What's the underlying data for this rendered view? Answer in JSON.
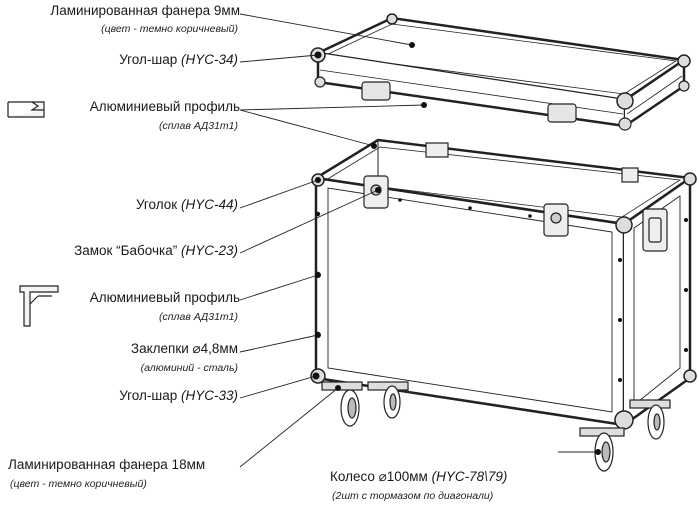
{
  "labels": {
    "plywood9": {
      "name": "Ламинированная фанера 9мм",
      "note": "(цвет - темно коричневый)"
    },
    "ball_top": {
      "name": "Угол-шар",
      "code": "(HYC-34)"
    },
    "profile1": {
      "name": "Алюминиевый профиль",
      "note": "(сплав АД31т1)"
    },
    "corner": {
      "name": "Уголок",
      "code": "(HYC-44)"
    },
    "lock": {
      "name": "Замок “Бабочка”",
      "code": "(HYC-23)"
    },
    "profile2": {
      "name": "Алюминиевый профиль",
      "note": "(сплав АД31т1)"
    },
    "rivets": {
      "name": "Заклепки  ⌀4,8мм",
      "note": "(алюминий - сталь)"
    },
    "ball_bottom": {
      "name": "Угол-шар",
      "code": "(HYC-33)"
    },
    "plywood18": {
      "name": "Ламинированная фанера 18мм",
      "note": "(цвет - темно коричневый)"
    },
    "wheel": {
      "name": "Колесо ⌀100мм",
      "code": "(HYC-78\\79)",
      "note": "(2шт с тормазом по диагонали)"
    }
  },
  "colors": {
    "line": "#222222",
    "metal": "#dddddd",
    "ball": "#111111"
  }
}
